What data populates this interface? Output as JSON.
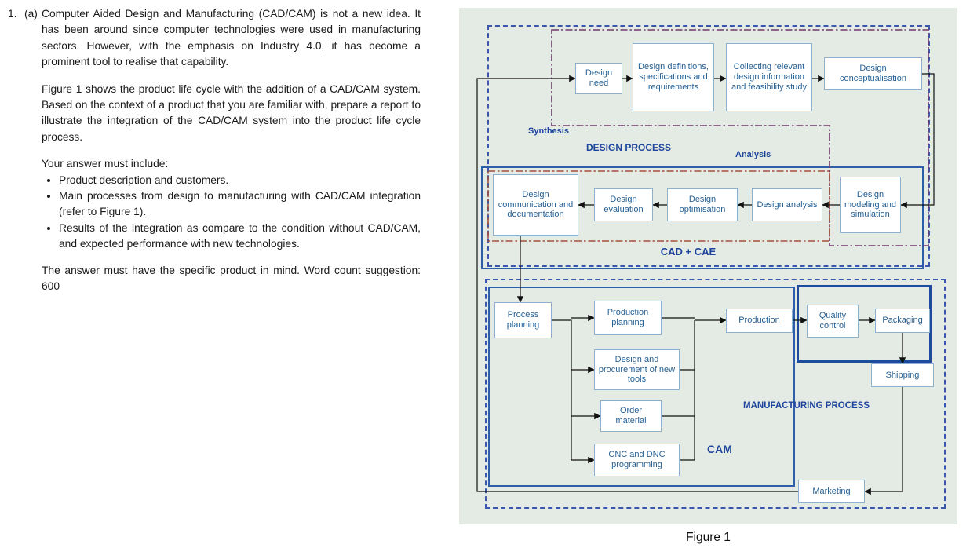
{
  "question": {
    "number": "1.",
    "part": "(a)",
    "para1": "Computer Aided Design and Manufacturing (CAD/CAM) is not a new idea. It has been around since computer technologies were used in manufacturing sectors. However, with the emphasis on Industry 4.0, it has become a prominent tool to realise that capability.",
    "para2": "Figure 1 shows the product life cycle with the addition of a CAD/CAM system. Based on the context of a product that you are familiar with, prepare a report to illustrate the integration of the CAD/CAM system into the product life cycle process.",
    "include_intro": "Your answer must include:",
    "bullets": [
      "Product description and customers.",
      "Main processes from design to manufacturing with CAD/CAM integration (refer to Figure 1).",
      "Results of the integration as compare to the condition without CAD/CAM, and expected performance with new technologies."
    ],
    "closing": "The answer must have the specific product in mind. Word count suggestion: 600"
  },
  "figure": {
    "caption": "Figure 1",
    "labels": {
      "synthesis": "Synthesis",
      "design_process": "DESIGN PROCESS",
      "analysis": "Analysis",
      "cad_cae": "CAD + CAE",
      "cam": "CAM",
      "manufacturing_process": "MANUFACTURING PROCESS"
    },
    "boxes": {
      "design_need": "Design need",
      "design_definitions": "Design definitions, specifications and requirements",
      "collecting_info": "Collecting relevant design information and feasibility study",
      "design_conceptualisation": "Design conceptualisation",
      "design_communication": "Design communication and documentation",
      "design_evaluation": "Design evaluation",
      "design_optimisation": "Design optimisation",
      "design_analysis": "Design analysis",
      "design_modeling": "Design modeling and simulation",
      "process_planning": "Process planning",
      "production_planning": "Production planning",
      "design_procurement": "Design and procurement of new tools",
      "order_material": "Order material",
      "cnc_dnc": "CNC and DNC programming",
      "production": "Production",
      "quality_control": "Quality control",
      "packaging": "Packaging",
      "shipping": "Shipping",
      "marketing": "Marketing"
    },
    "colors": {
      "panel_bg": "#e4ebe5",
      "box_text": "#266093",
      "box_border": "#8db0cc",
      "label_blue": "#1e449c",
      "dashed_border": "#3a57ad",
      "solid_border": "#2e5da9",
      "synthesis_outline": "#6d3a68",
      "analysis_outline": "#a3503c",
      "arrow": "#111111"
    }
  }
}
